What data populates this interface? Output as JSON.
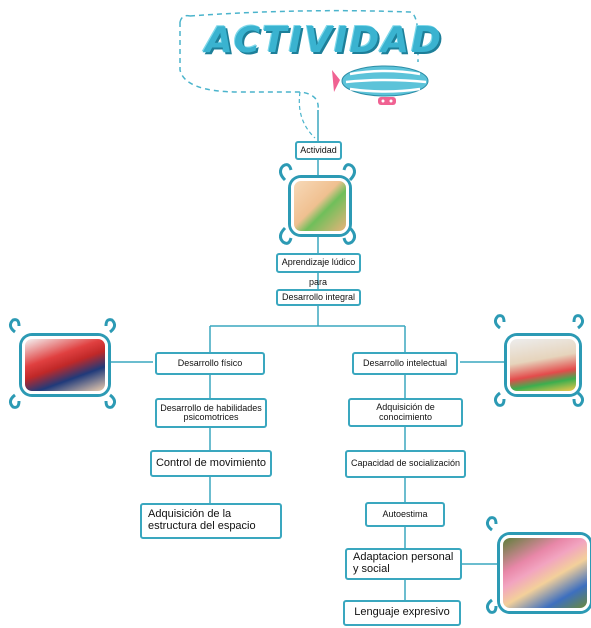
{
  "title": "ACTIVIDAD",
  "nodes": {
    "actividad": "Actividad",
    "aprendizaje": "Aprendizaje lúdico",
    "para": "para",
    "desarrollo_integral": "Desarrollo integral",
    "desarrollo_fisico": "Desarrollo físico",
    "desarrollo_intelectual": "Desarrollo intelectual",
    "habilidades": "Desarrollo de habilidades psicomotrices",
    "control": "Control de movimiento",
    "estructura": "Adquisición de la estructura del espacio",
    "conocimiento": "Adquisición de conocimiento",
    "socializacion": "Capacidad de socialización",
    "autoestima": "Autoestima",
    "adaptacion": "Adaptacion personal y social",
    "lenguaje": "Lenguaje expresivo"
  },
  "colors": {
    "accent": "#3aa7bf",
    "title": "#3ab3d0",
    "blimp_stripe": "#f06292"
  }
}
